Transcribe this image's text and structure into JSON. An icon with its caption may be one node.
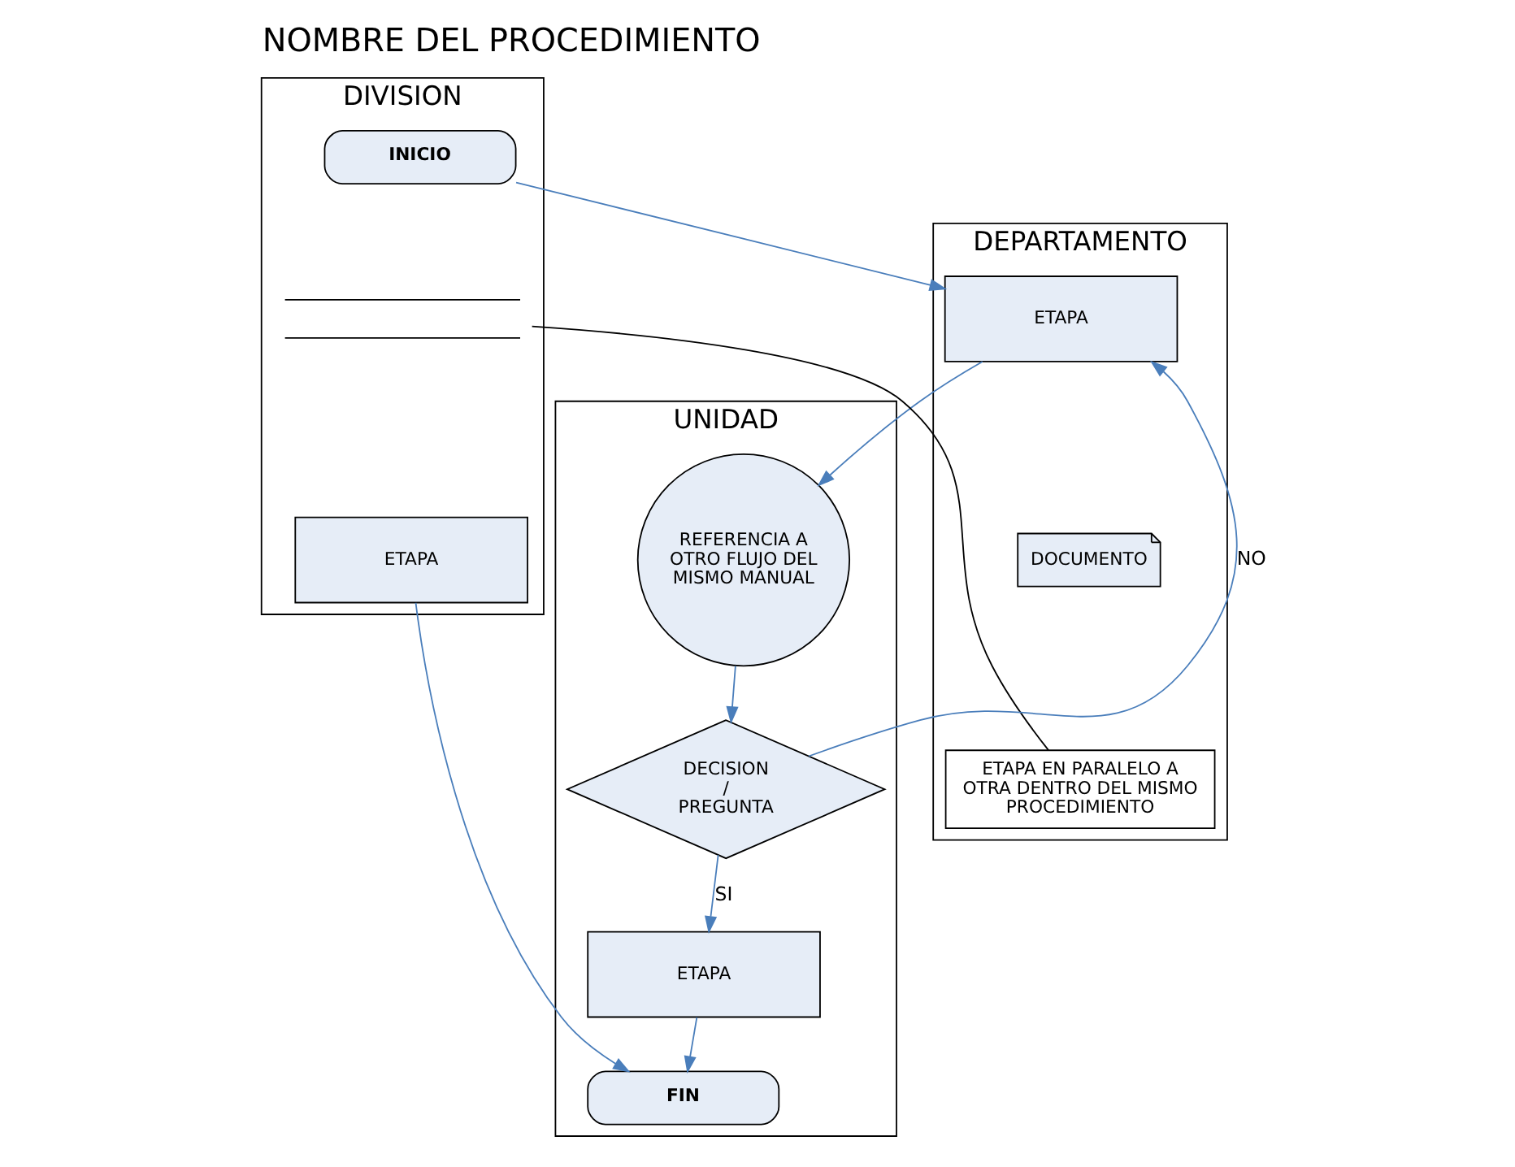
{
  "diagram": {
    "title": "NOMBRE DEL PROCEDIMIENTO",
    "nodes": [
      {
        "text": [
          "DIVISION"
        ]
      },
      {
        "text": [
          "DEPARTAMENTO"
        ]
      },
      {
        "text": [
          "UNIDAD"
        ]
      },
      {
        "text": [
          "INICIO"
        ],
        "in": 0
      },
      {
        "text": [
          "ETAPA"
        ],
        "in": 1
      },
      {
        "text": [
          "DOCUMENTO"
        ],
        "in": 1
      },
      {
        "text": [
          "REFERENCIA A OTRO FLUJO DEL MISMO MANUAL"
        ],
        "in": 2
      },
      {
        "text": [
          "DECISION / PREGUNTA"
        ],
        "in": 2
      },
      {
        "text": [],
        "shape": "bar",
        "in": 0
      },
      {
        "text": [
          "ETAPA EN PARALELO A OTRA DENTRO DEL MISMO PROCEDIMIENTO"
        ],
        "in": 1
      },
      {
        "text": [
          "ETAPA"
        ],
        "in": 0
      },
      {
        "text": [
          "ETAPA"
        ],
        "in": 2
      },
      {
        "text": [
          "FIN"
        ],
        "in": 2
      }
    ],
    "edges": [
      {
        "from": 3,
        "to": 4,
        "arrow": "to"
      },
      {
        "from": 4,
        "to": 6,
        "arrow": "to"
      },
      {
        "from": 6,
        "to": 7,
        "arrow": "to"
      },
      {
        "from": 7,
        "to": 4,
        "arrow": "to",
        "label": "NO"
      },
      {
        "from": 9,
        "to": 8,
        "arrow": "none",
        "color": "#000000"
      },
      {
        "from": 7,
        "to": 11,
        "arrow": "to",
        "label": "SI"
      },
      {
        "from": 11,
        "to": 12,
        "arrow": "to"
      },
      {
        "from": 10,
        "to": 12,
        "arrow": "to"
      }
    ]
  }
}
